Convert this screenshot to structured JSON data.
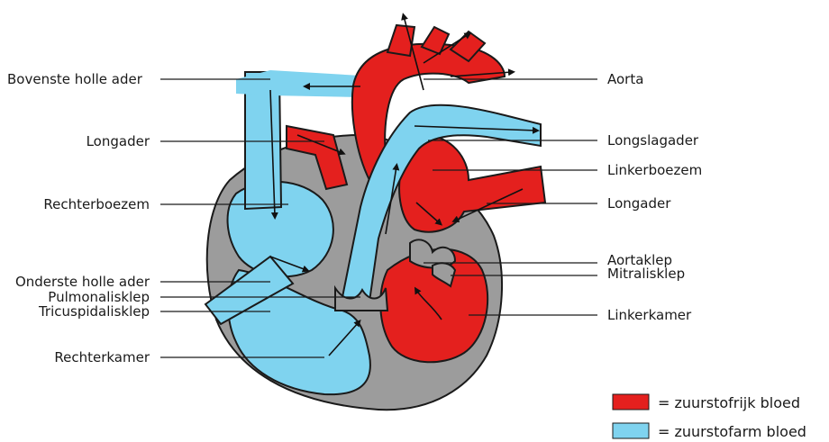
{
  "labels": {
    "bovenste_holle_ader": "Bovenste holle ader",
    "longader_left": "Longader",
    "rechterboezem": "Rechterboezem",
    "onderste_holle_ader": "Onderste holle ader",
    "pulmonalisklep": "Pulmonalisklep",
    "tricuspidalisklep": "Tricuspidalisklep",
    "rechterkamer": "Rechterkamer",
    "aorta": "Aorta",
    "longslagader": "Longslagader",
    "linkerboezem": "Linkerboezem",
    "longader_right": "Longader",
    "aortaklep": "Aortaklep",
    "mitralisklep": "Mitralisklep",
    "linkerkamer": "Linkerkamer"
  },
  "legend": {
    "oxygen_rich": "= zuurstofrijk bloed",
    "oxygen_poor": "= zuurstofarm bloed"
  },
  "colors": {
    "oxygen_rich": "#e4201e",
    "oxygen_poor": "#7fd3ef",
    "wall": "#9c9c9c",
    "outline": "#1a1a1a"
  }
}
